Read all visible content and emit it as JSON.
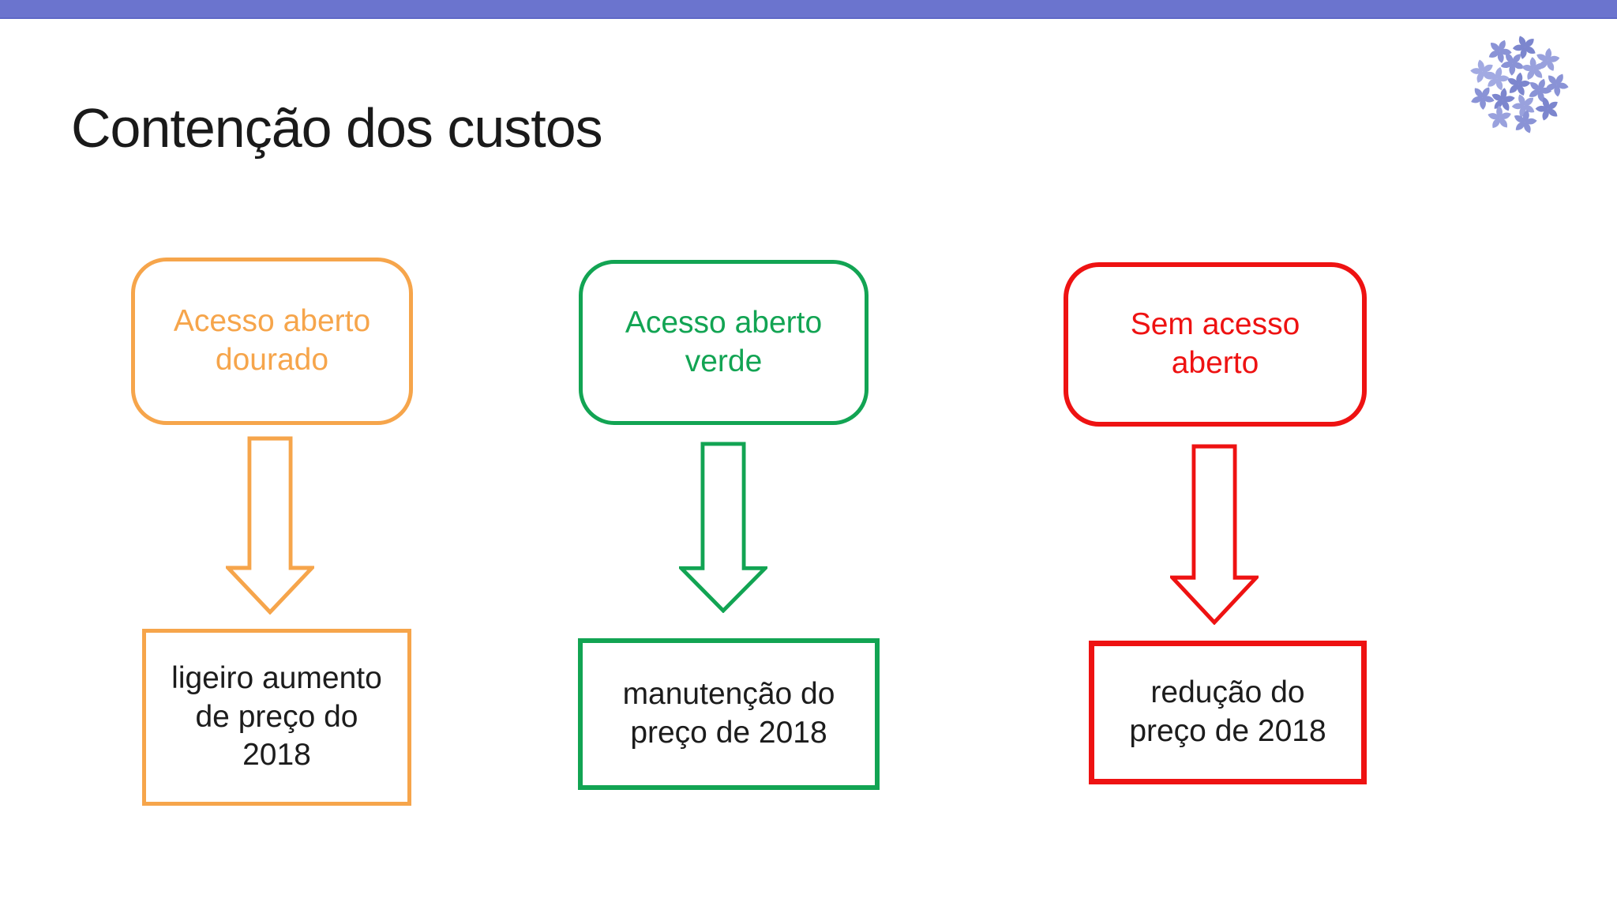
{
  "slide": {
    "title": "Contenção dos custos",
    "top_bar_color": "#6B74CE",
    "background_color": "#FFFFFF"
  },
  "logo": {
    "icon": "hydrangea-flower-cluster",
    "petal_color": "#8A93D6"
  },
  "columns": [
    {
      "name": "gold-open-access",
      "accent_color": "#F6A54B",
      "top_box": {
        "line1": "Acesso aberto",
        "line2": "dourado"
      },
      "arrow_icon": "down-arrow",
      "bottom_box": {
        "line1": "ligeiro aumento",
        "line2": "de preço do",
        "line3": "2018"
      }
    },
    {
      "name": "green-open-access",
      "accent_color": "#12A453",
      "top_box": {
        "line1": "Acesso aberto",
        "line2": "verde"
      },
      "arrow_icon": "down-arrow",
      "bottom_box": {
        "line1": "manutenção do",
        "line2": "preço de 2018"
      }
    },
    {
      "name": "no-open-access",
      "accent_color": "#EE1212",
      "top_box": {
        "line1": "Sem acesso",
        "line2": "aberto"
      },
      "arrow_icon": "down-arrow",
      "bottom_box": {
        "line1": "redução do",
        "line2": "preço de 2018"
      }
    }
  ]
}
